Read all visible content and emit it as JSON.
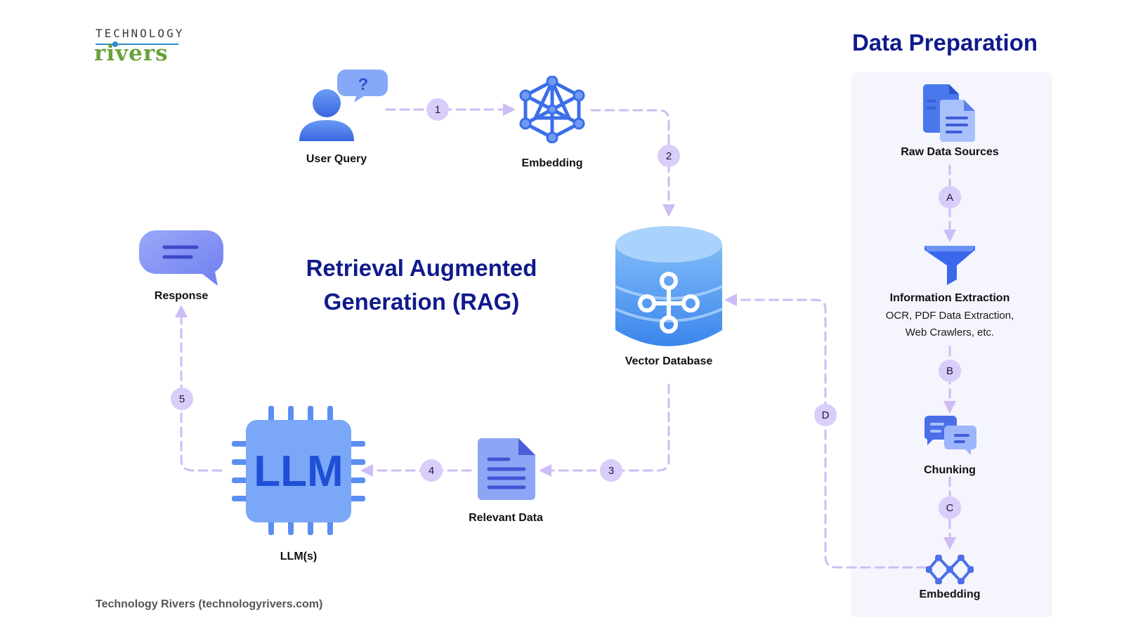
{
  "logo": {
    "line1": "TECHNOLOGY",
    "line2": "rivers"
  },
  "titles": {
    "rag_line1": "Retrieval Augmented",
    "rag_line2": "Generation (RAG)",
    "data_preparation": "Data Preparation"
  },
  "rag_nodes": {
    "user_query": "User Query",
    "embedding": "Embedding",
    "vector_database": "Vector Database",
    "relevant_data": "Relevant Data",
    "llm": "LLM(s)",
    "llm_chip_text": "LLM",
    "response": "Response",
    "question_mark": "?"
  },
  "prep_nodes": {
    "raw_data_sources": "Raw Data Sources",
    "information_extraction": "Information Extraction",
    "information_extraction_detail_1": "OCR, PDF Data Extraction,",
    "information_extraction_detail_2": "Web Crawlers, etc.",
    "chunking": "Chunking",
    "embedding": "Embedding"
  },
  "steps": {
    "s1": "1",
    "s2": "2",
    "s3": "3",
    "s4": "4",
    "s5": "5",
    "sA": "A",
    "sB": "B",
    "sC": "C",
    "sD": "D"
  },
  "footer": "Technology Rivers (technologyrivers.com)",
  "colors": {
    "accent_blue": "#3b6ee8",
    "dash": "#cdbcf6",
    "step_bg": "#d9cdfa",
    "title": "#101a8c",
    "panel": "#f4f5fd"
  }
}
